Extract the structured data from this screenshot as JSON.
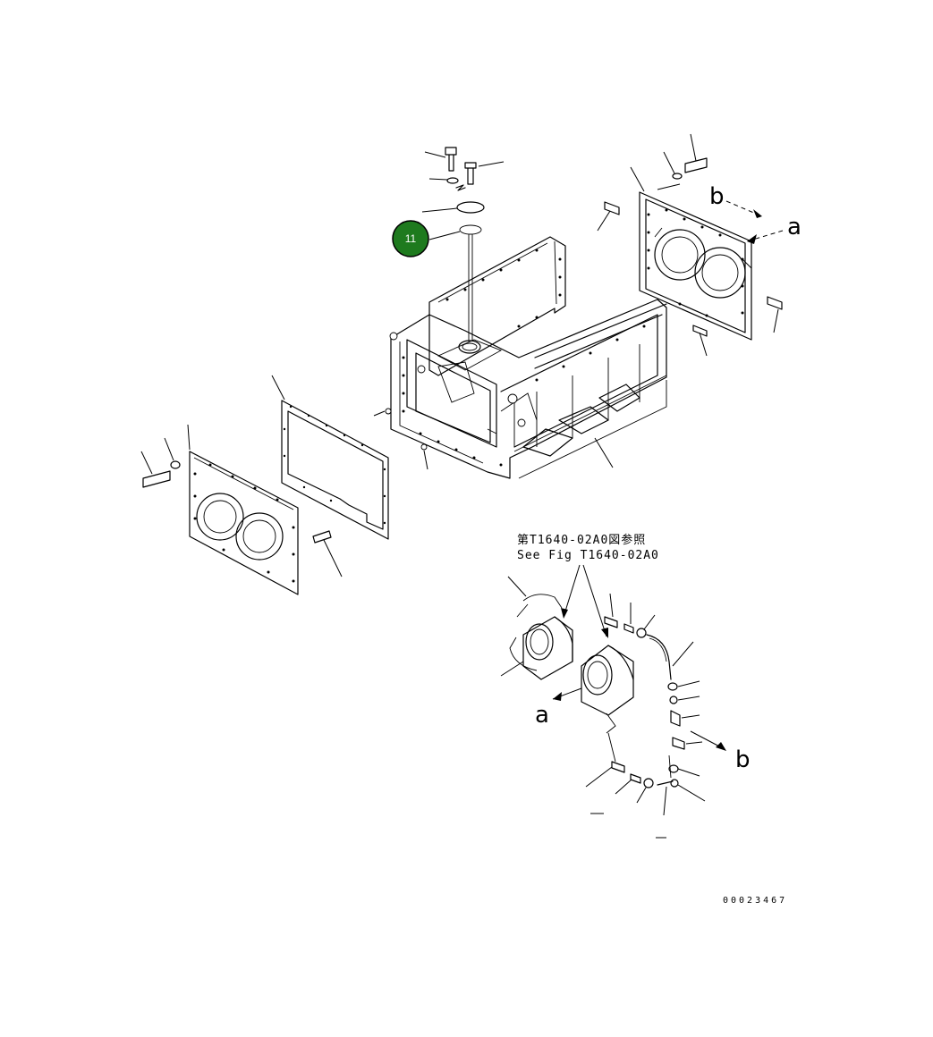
{
  "callout": {
    "number": "11",
    "color": "#1e7a1e"
  },
  "reference_note": {
    "line1": "第T1640-02A0図参照",
    "line2": "See Fig T1640-02A0"
  },
  "view_letters": {
    "a_top": "a",
    "b_top": "b",
    "a_bottom": "a",
    "b_bottom": "b"
  },
  "drawing_number": "00023467"
}
